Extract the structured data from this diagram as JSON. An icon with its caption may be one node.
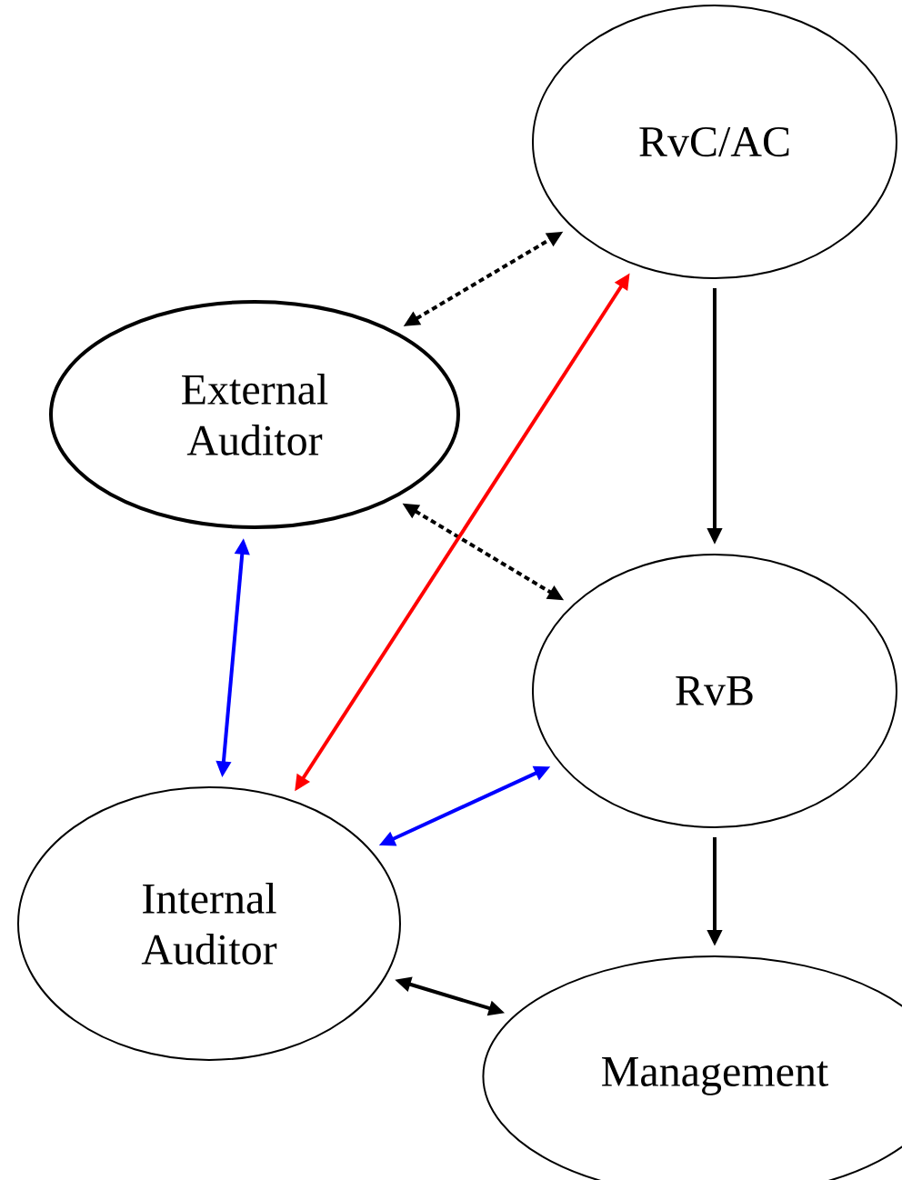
{
  "diagram": {
    "nodes": [
      {
        "text": [
          "RvC/AC"
        ]
      },
      {
        "text": [
          "External Auditor"
        ]
      },
      {
        "text": [
          "RvB"
        ]
      },
      {
        "text": [
          "Internal Auditor"
        ]
      },
      {
        "text": [
          "Management"
        ]
      }
    ],
    "edges": [
      {
        "from": 1,
        "to": 0,
        "arrow": "both",
        "style": "dashed"
      },
      {
        "from": 0,
        "to": 2,
        "arrow": "to"
      },
      {
        "from": 1,
        "to": 2,
        "arrow": "both",
        "style": "dashed"
      },
      {
        "from": 1,
        "to": 3,
        "arrow": "both",
        "color": "#0000ff"
      },
      {
        "from": 3,
        "to": 0,
        "arrow": "both",
        "color": "#ff0000"
      },
      {
        "from": 3,
        "to": 2,
        "arrow": "both",
        "color": "#0000ff"
      },
      {
        "from": 2,
        "to": 4,
        "arrow": "to"
      },
      {
        "from": 3,
        "to": 4,
        "arrow": "both"
      }
    ]
  }
}
